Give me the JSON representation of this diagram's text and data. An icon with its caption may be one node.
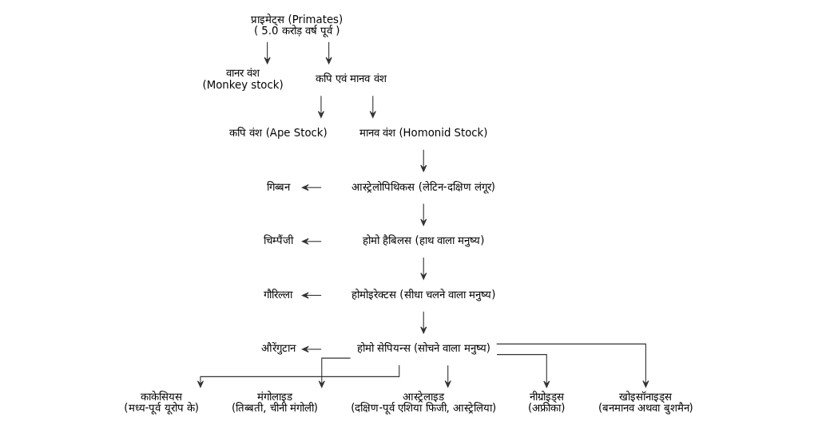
{
  "diagram": {
    "nodes": [
      {
        "text": [
          "प्राइमेट्स (Primates)",
          "( 5.0 करोड़ वर्ष पूर्व )"
        ]
      },
      {
        "text": [
          "वानर वंश",
          "(Monkey stock)"
        ]
      },
      {
        "text": [
          "कपि एवं मानव वंश"
        ]
      },
      {
        "text": [
          "कपि वंश (Ape Stock)"
        ]
      },
      {
        "text": [
          "मानव वंश (Homonid Stock)"
        ]
      },
      {
        "text": [
          "गिब्बन"
        ]
      },
      {
        "text": [
          "चिम्पैंजी"
        ]
      },
      {
        "text": [
          "गौरिल्ला"
        ]
      },
      {
        "text": [
          "औरेंगुटान"
        ]
      },
      {
        "text": [
          "आस्ट्रेलोपिथिकस (लेटिन-दक्षिण लंगूर)"
        ]
      },
      {
        "text": [
          "होमो हैबिलस (हाथ वाला मनुष्य)"
        ]
      },
      {
        "text": [
          "होमोइरेक्टस (सीधा चलने वाला मनुष्य)"
        ]
      },
      {
        "text": [
          "होमो सेपियन्स (सोचने वाला मनुष्य)"
        ]
      },
      {
        "text": [
          "काकेसियस",
          "(मध्य-पूर्व यूरोप के)"
        ]
      },
      {
        "text": [
          "मंगोलाइड",
          "(तिब्बती, चीनी मंगोली)"
        ]
      },
      {
        "text": [
          "आस्ट्रेलाइड",
          "(दक्षिण-पूर्व एशिया फिजी, आस्ट्रेलिया)"
        ]
      },
      {
        "text": [
          "नीग्रोइड्स",
          "(अफ्रीका)"
        ]
      },
      {
        "text": [
          "खोइसॉनाइड्स",
          "(बनमानव अथवा बुशमैन)"
        ]
      }
    ],
    "edges": [
      {
        "from": 0,
        "to": 1,
        "arrow": "to"
      },
      {
        "from": 0,
        "to": 2,
        "arrow": "to"
      },
      {
        "from": 2,
        "to": 3,
        "arrow": "to"
      },
      {
        "from": 2,
        "to": 4,
        "arrow": "to"
      },
      {
        "from": null,
        "to": 5,
        "arrow": "to"
      },
      {
        "from": null,
        "to": 6,
        "arrow": "to"
      },
      {
        "from": null,
        "to": 7,
        "arrow": "to"
      },
      {
        "from": null,
        "to": 8,
        "arrow": "to"
      },
      {
        "from": 4,
        "to": 9,
        "arrow": "to"
      },
      {
        "from": 9,
        "to": 10,
        "arrow": "to"
      },
      {
        "from": 10,
        "to": 11,
        "arrow": "to"
      },
      {
        "from": 11,
        "to": 12,
        "arrow": "to"
      },
      {
        "from": 12,
        "to": 13,
        "arrow": "to"
      },
      {
        "from": 12,
        "to": 14,
        "arrow": "to"
      },
      {
        "from": 12,
        "to": 15,
        "arrow": "to"
      },
      {
        "from": 12,
        "to": 16,
        "arrow": "to"
      },
      {
        "from": 12,
        "to": 17,
        "arrow": "to"
      }
    ]
  }
}
